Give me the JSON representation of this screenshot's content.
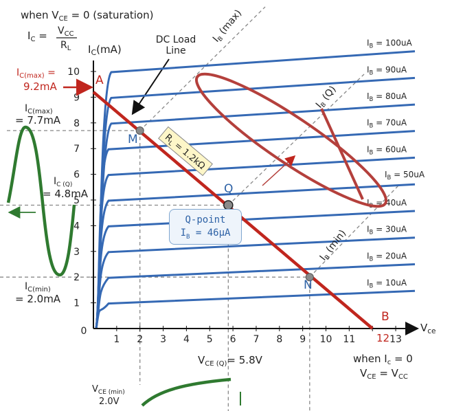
{
  "colors": {
    "curve": "#3569b4",
    "load_line": "#c0261e",
    "ellipse": "#b4403c",
    "sine": "#2f7a30",
    "dashed": "#888888",
    "axis": "#111111",
    "text": "#222222",
    "red_text": "#c0261e",
    "blue_text": "#2e62a6"
  },
  "header": {
    "saturation_note": "when V",
    "saturation_sub": "CE",
    "saturation_tail": " = 0  (saturation)",
    "ic_formula_left": "I",
    "ic_formula_left_sub": "C",
    "ic_formula_eq": " = ",
    "ic_numerator": "V",
    "ic_numerator_sub": "CC",
    "ic_denominator": "R",
    "ic_denominator_sub": "L"
  },
  "axes": {
    "ylabel": "I",
    "ylabel_sub": "C",
    "ylabel_unit": "(mA)",
    "xlabel": "V",
    "xlabel_sub": "ce",
    "y_ticks": [
      "1",
      "2",
      "3",
      "4",
      "5",
      "6",
      "7",
      "8",
      "9",
      "10"
    ],
    "x_ticks": [
      "1",
      "2",
      "3",
      "4",
      "5",
      "6",
      "7",
      "8",
      "9",
      "10",
      "11",
      "12",
      "13"
    ],
    "origin": "0"
  },
  "annotations": {
    "ic_max_label": "I",
    "ic_max_sub": "C(max)",
    "ic_max_eq": " =",
    "ic_max_value": "9.2mA",
    "ic_max2_label": "I",
    "ic_max2_sub": "C(max)",
    "ic_max2_value": "= 7.7mA",
    "icq_label": "I",
    "icq_sub": "C (Q)",
    "icq_value": "= 4.8mA",
    "icmin_label": "I",
    "icmin_sub": "C(min)",
    "icmin_value": "= 2.0mA",
    "dc_load_line_1": "DC Load",
    "dc_load_line_2": "Line",
    "ib_max": "I",
    "ib_max_sub": "B",
    "ib_max_tail": " (max)",
    "ib_q": "I",
    "ib_q_sub": "B",
    "ib_q_tail": " (Q)",
    "ib_min": "I",
    "ib_min_sub": "B",
    "ib_min_tail": " (min)",
    "point_a": "A",
    "point_b": "B",
    "point_m": "M",
    "point_q": "Q",
    "point_n": "N",
    "b_value": "12",
    "rl_label": "R",
    "rl_sub": "L",
    "rl_value": " = 1.2kΩ",
    "qpoint_title": "Q-point",
    "qpoint_ib": "I",
    "qpoint_ib_sub": "B",
    "qpoint_ib_value": " = 46µA",
    "vceq_label": "V",
    "vceq_sub": "CE (Q)",
    "vceq_value": "= 5.8V",
    "vcemin_label": "V",
    "vcemin_sub": "CE (min)",
    "vcemin_value": "2.0V",
    "cutoff_1_a": "when I",
    "cutoff_1_sub": "c",
    "cutoff_1_b": " = 0",
    "cutoff_2_a": "V",
    "cutoff_2_sub": "CE",
    "cutoff_2_b": " = V",
    "cutoff_2_sub2": "CC"
  },
  "curves": [
    {
      "label": "I",
      "sub": "B",
      "value": " = 100uA",
      "ic": 10.0
    },
    {
      "label": "I",
      "sub": "B",
      "value": " = 90uA",
      "ic": 9.0
    },
    {
      "label": "I",
      "sub": "B",
      "value": " = 80uA",
      "ic": 8.0
    },
    {
      "label": "I",
      "sub": "B",
      "value": " = 70uA",
      "ic": 7.0
    },
    {
      "label": "I",
      "sub": "B",
      "value": " = 60uA",
      "ic": 6.0
    },
    {
      "label": "I",
      "sub": "B",
      "value": " = 50uA",
      "ic": 5.0
    },
    {
      "label": "I",
      "sub": "B",
      "value": " = 40uA",
      "ic": 4.0
    },
    {
      "label": "I",
      "sub": "B",
      "value": " = 30uA",
      "ic": 3.0
    },
    {
      "label": "I",
      "sub": "B",
      "value": " = 20uA",
      "ic": 2.0
    },
    {
      "label": "I",
      "sub": "B",
      "value": " = 10uA",
      "ic": 1.0
    }
  ],
  "points": {
    "A": {
      "vce": 0,
      "ic": 9.2
    },
    "M": {
      "vce": 2.0,
      "ic": 7.7
    },
    "Q": {
      "vce": 5.8,
      "ic": 4.8
    },
    "N": {
      "vce": 9.3,
      "ic": 2.0
    },
    "B": {
      "vce": 12,
      "ic": 0
    }
  }
}
